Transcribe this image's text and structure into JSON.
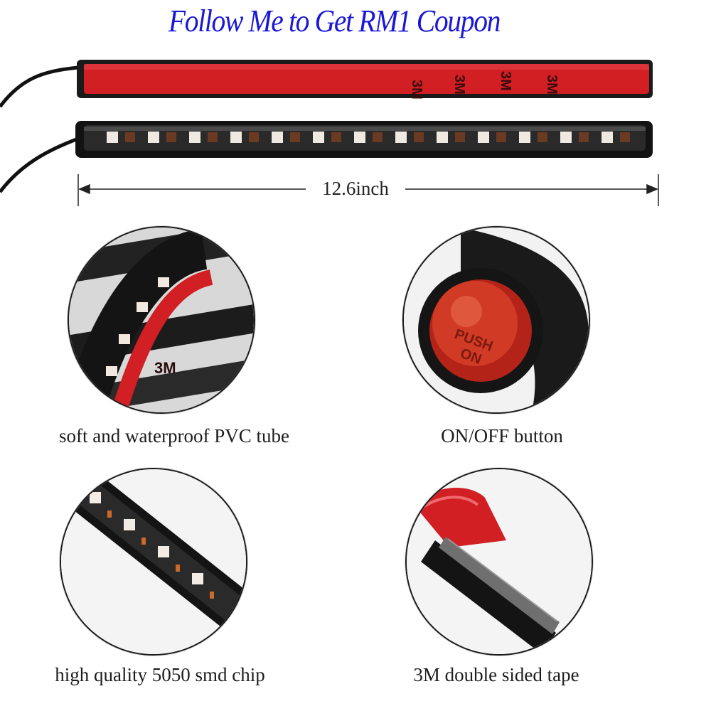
{
  "banner": {
    "text": "Follow Me to Get RM1 Coupon"
  },
  "dimension": {
    "label": "12.6inch"
  },
  "tape_marking": {
    "brand": "3M"
  },
  "button_marking": {
    "line1": "PUSH",
    "line2": "ON"
  },
  "features": [
    {
      "caption": "soft and waterproof PVC tube"
    },
    {
      "caption": "ON/OFF button"
    },
    {
      "caption": "high quality 5050 smd chip"
    },
    {
      "caption": "3M double sided tape"
    }
  ],
  "colors": {
    "banner_text": "#1a18d6",
    "tape_red": "#d11f24",
    "tube_black": "#141414"
  }
}
